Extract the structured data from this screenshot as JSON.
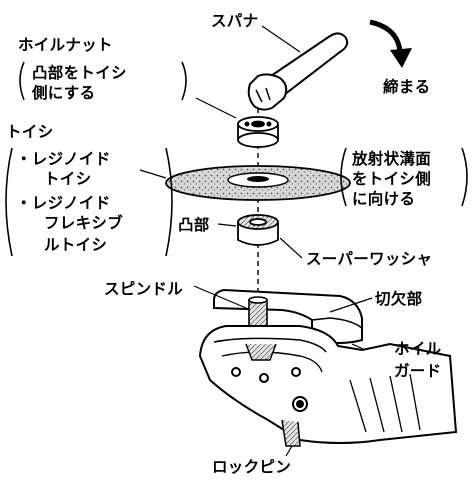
{
  "diagram": {
    "labels": {
      "spanner": "スパナ",
      "tighten": "締まる",
      "wheel_nut": "ホイルナット",
      "nut_note_1": "凸部をトイシ",
      "nut_note_2": "側にする",
      "wheel": "トイシ",
      "wheel_item_1a": "・レジノイド",
      "wheel_item_1b": "トイシ",
      "wheel_item_2a": "・レジノイド",
      "wheel_item_2b": "フレキシブ",
      "wheel_item_2c": "ルトイシ",
      "radial_note_1": "放射状溝面",
      "radial_note_2": "をトイシ側",
      "radial_note_3": "に向ける",
      "boss": "凸部",
      "super_washer": "スーパーワッシャ",
      "spindle": "スピンドル",
      "cutout": "切欠部",
      "wheel_guard_1": "ホイル",
      "wheel_guard_2": "ガード",
      "lock_pin": "ロックピン"
    }
  }
}
